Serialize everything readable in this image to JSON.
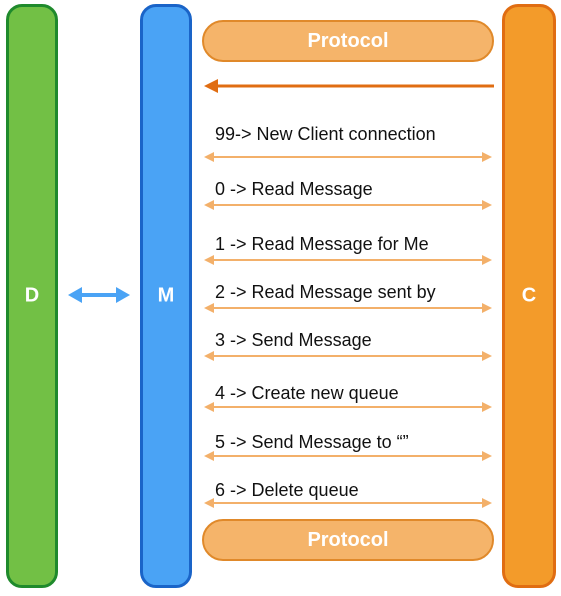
{
  "columns": {
    "d": {
      "label": "D",
      "fill": "#72c045",
      "border": "#1f8a2c"
    },
    "m": {
      "label": "M",
      "fill": "#4aa3f5",
      "border": "#1a64c8"
    },
    "c": {
      "label": "C",
      "fill": "#f39b2a",
      "border": "#e06d12"
    }
  },
  "protocol_top": {
    "label": "Protocol",
    "fill": "#f5b46a",
    "border": "#e0892a"
  },
  "protocol_bottom": {
    "label": "Protocol",
    "fill": "#f5b46a",
    "border": "#e0892a"
  },
  "arrow_colors": {
    "dm": "#4aa3f5",
    "cm": "#e06d12",
    "messages": "#f3b06a"
  },
  "messages": [
    {
      "text": "99-> New Client connection"
    },
    {
      "text": "0 -> Read Message"
    },
    {
      "text": "1 -> Read Message for Me"
    },
    {
      "text": "2 -> Read Message sent by"
    },
    {
      "text": "3 -> Send Message"
    },
    {
      "text": "4 -> Create new queue"
    },
    {
      "text": "5 -> Send Message to “”"
    },
    {
      "text": "6 -> Delete queue"
    }
  ]
}
